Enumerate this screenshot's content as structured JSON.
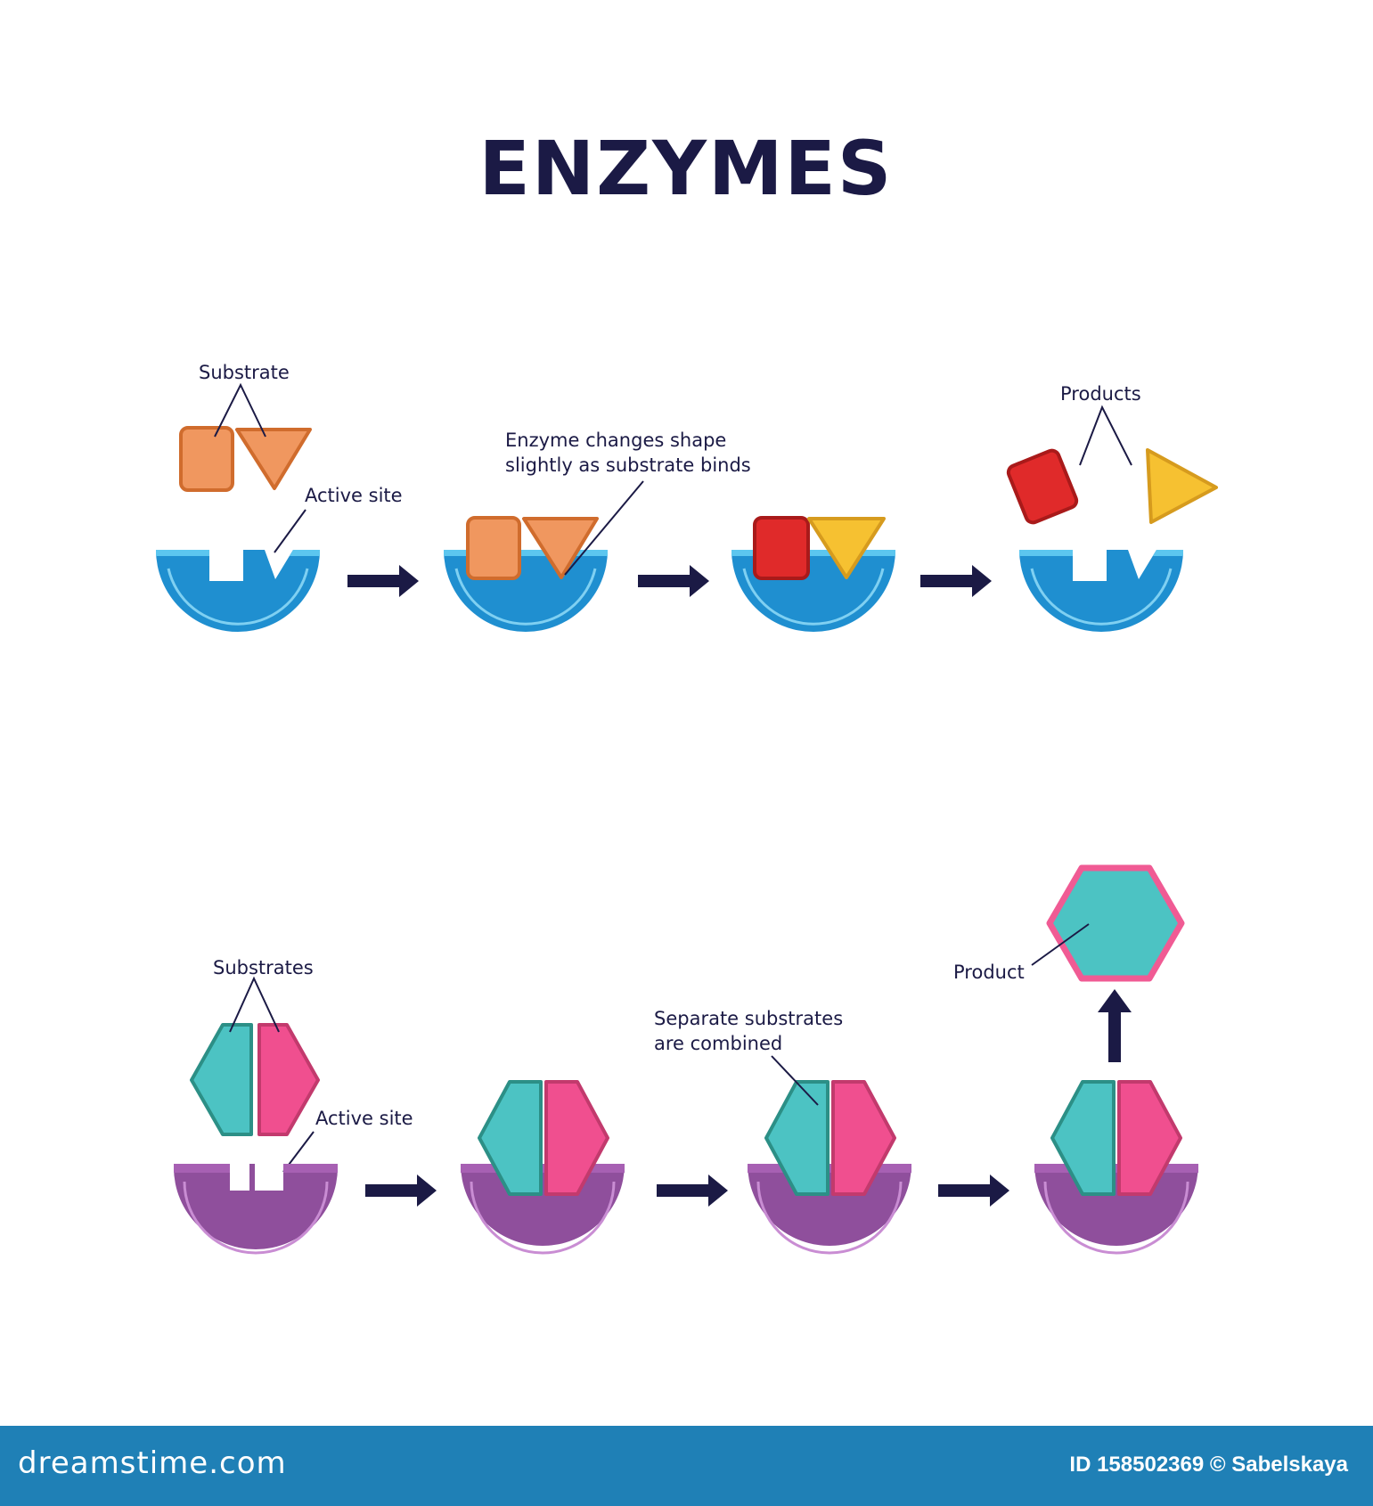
{
  "title": "ENZYMES",
  "top_row": {
    "substrate_label": "Substrate",
    "active_site_label": "Active site",
    "change_label_line1": "Enzyme changes shape",
    "change_label_line2": "slightly as substrate binds",
    "products_label": "Products"
  },
  "bottom_row": {
    "substrates_label": "Substrates",
    "active_site_label": "Active site",
    "combined_label_line1": "Separate substrates",
    "combined_label_line2": "are combined",
    "product_label": "Product"
  },
  "footer": {
    "brand": "dreamstime.com",
    "credit": "ID 158502369 © Sabelskaya"
  },
  "colors": {
    "enzyme_blue": "#1f8fd0",
    "enzyme_purple": "#8f4f9c",
    "substrate_orange": "#f0975f",
    "product_red": "#e02a2a",
    "product_yellow": "#f6c131",
    "substrate_teal": "#4cc3c3",
    "substrate_pink": "#f04f8f",
    "ink": "#1b1a45",
    "footer_blue": "#1f80b6"
  }
}
